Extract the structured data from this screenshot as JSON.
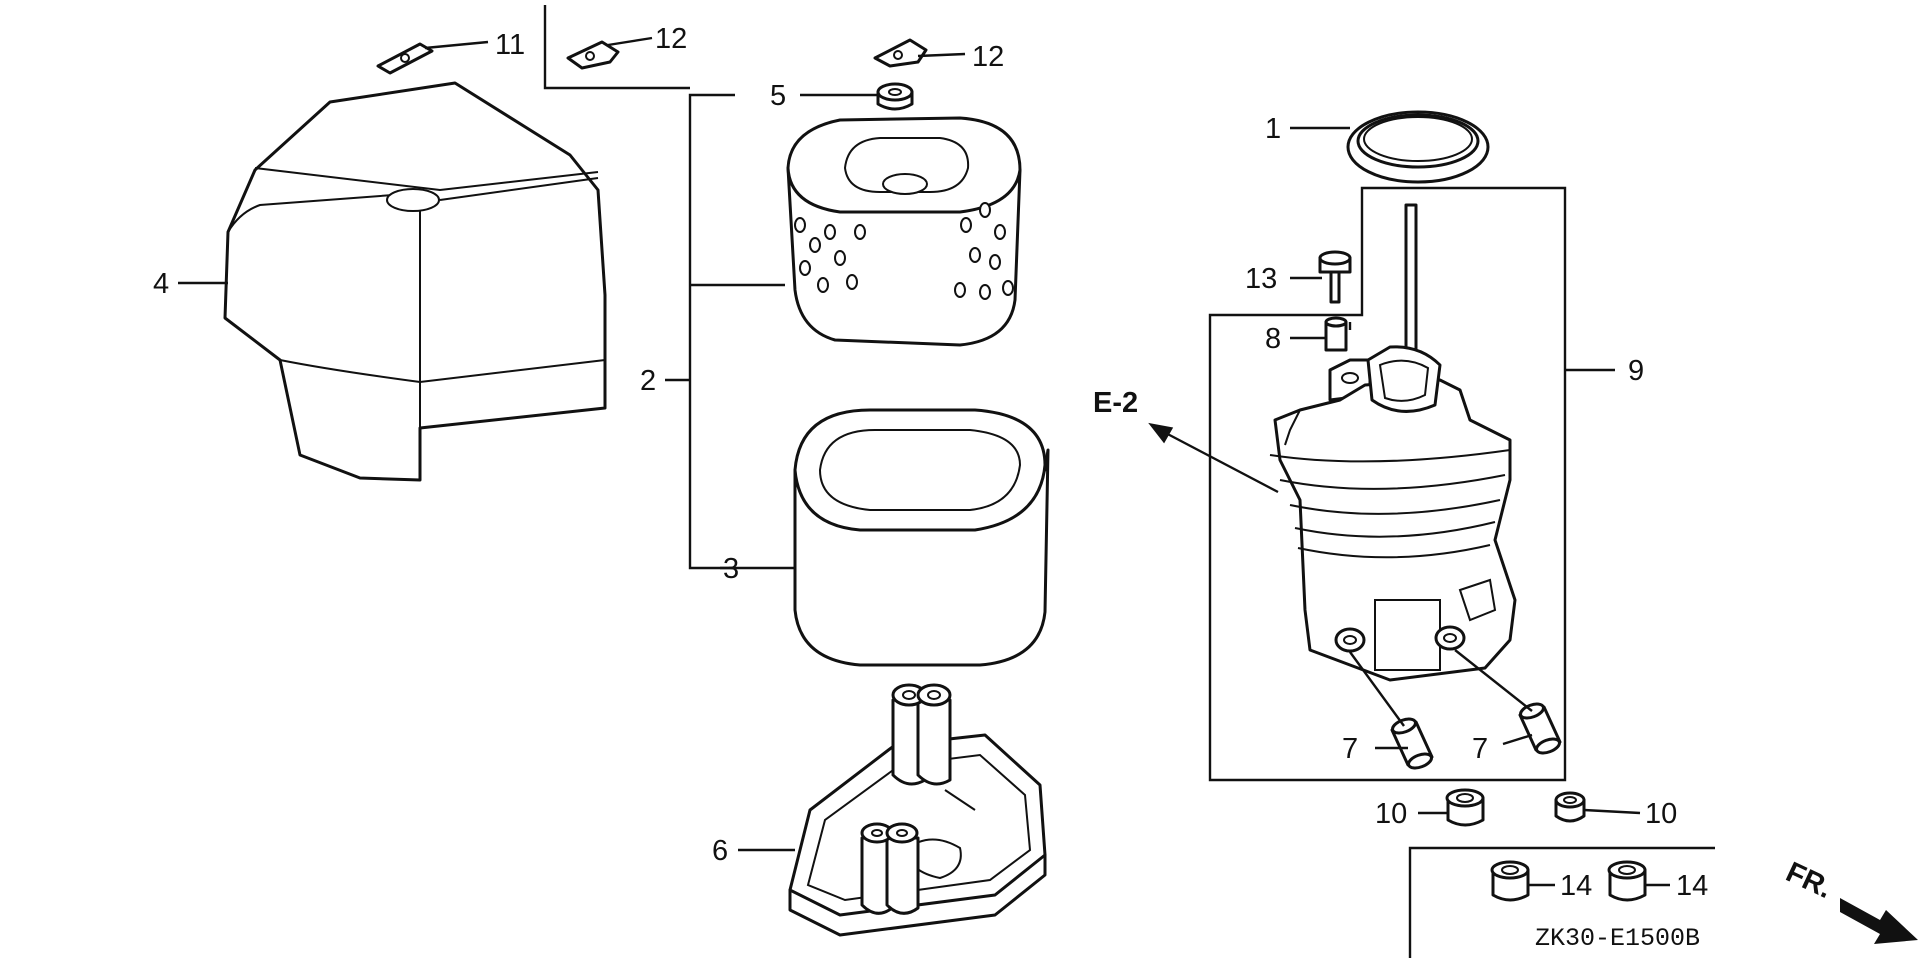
{
  "diagram": {
    "code": "ZK30-E1500B",
    "ref_label": "E-2",
    "direction_label": "FR.",
    "callouts": {
      "c1": "1",
      "c2": "2",
      "c3": "3",
      "c4": "4",
      "c5": "5",
      "c6": "6",
      "c7a": "7",
      "c7b": "7",
      "c8": "8",
      "c9": "9",
      "c10a": "10",
      "c10b": "10",
      "c11": "11",
      "c12a": "12",
      "c12b": "12",
      "c13": "13",
      "c14a": "14",
      "c14b": "14"
    }
  }
}
